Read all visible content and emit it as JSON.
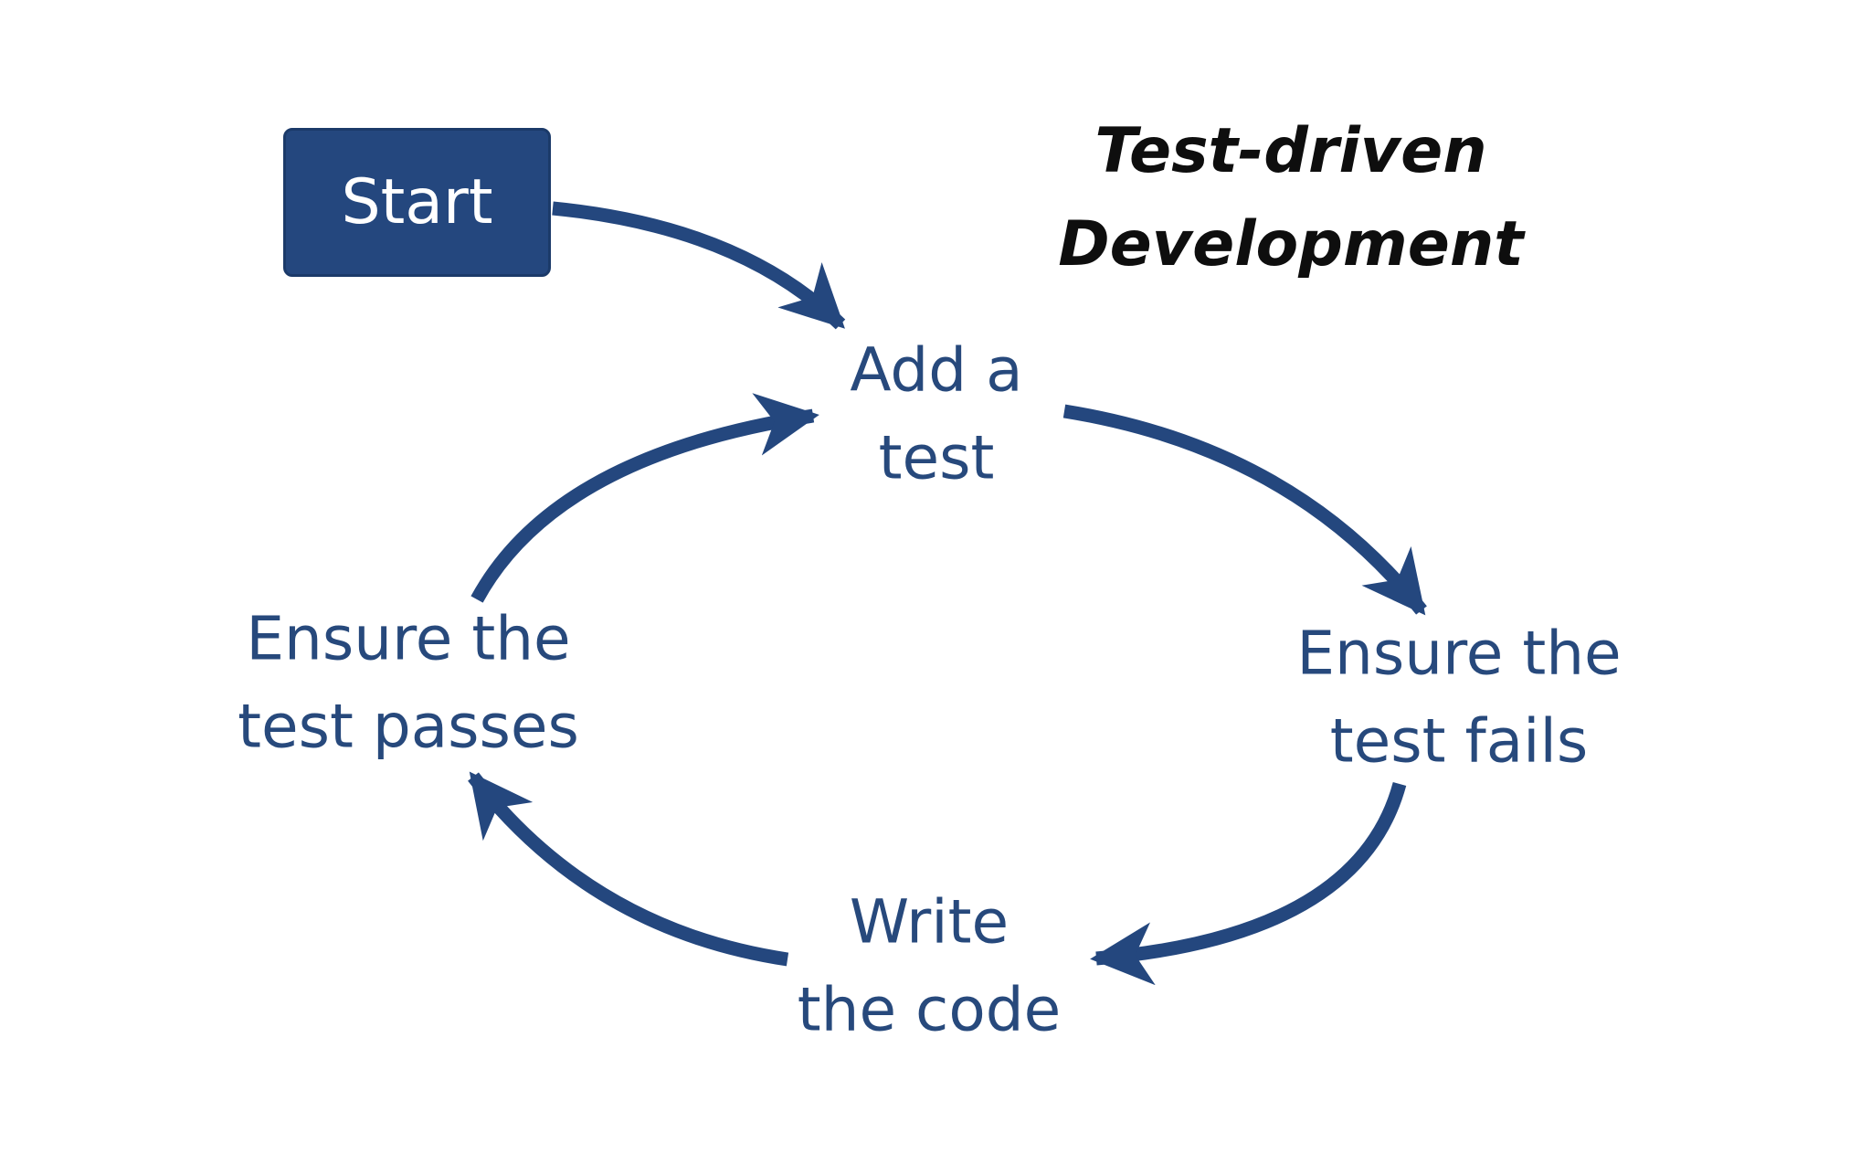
{
  "diagram_type": "flowchart-cycle",
  "title": {
    "full": "Test-driven Development",
    "line1": "Test-driven",
    "line2": "Development"
  },
  "start_node": {
    "label": "Start"
  },
  "cycle_nodes": [
    {
      "id": "add-test",
      "label": "Add a test",
      "line1": "Add a",
      "line2": "test"
    },
    {
      "id": "ensure-fails",
      "label": "Ensure the test fails",
      "line1": "Ensure the",
      "line2": "test fails"
    },
    {
      "id": "write-code",
      "label": "Write the code",
      "line1": "Write",
      "line2": "the code"
    },
    {
      "id": "ensure-passes",
      "label": "Ensure the test passes",
      "line1": "Ensure the",
      "line2": "test passes"
    }
  ],
  "edges": [
    {
      "from": "Start",
      "to": "Add a test"
    },
    {
      "from": "Add a test",
      "to": "Ensure the test fails"
    },
    {
      "from": "Ensure the test fails",
      "to": "Write the code"
    },
    {
      "from": "Write the code",
      "to": "Ensure the test passes"
    },
    {
      "from": "Ensure the test passes",
      "to": "Add a test"
    }
  ],
  "colors": {
    "accent": "#24477E",
    "background": "#FFFFFF",
    "title_text": "#0E0E0E",
    "node_text": "#27497C",
    "start_fill": "#24477E",
    "start_stroke": "#1B3A69",
    "start_text": "#FFFFFF"
  }
}
